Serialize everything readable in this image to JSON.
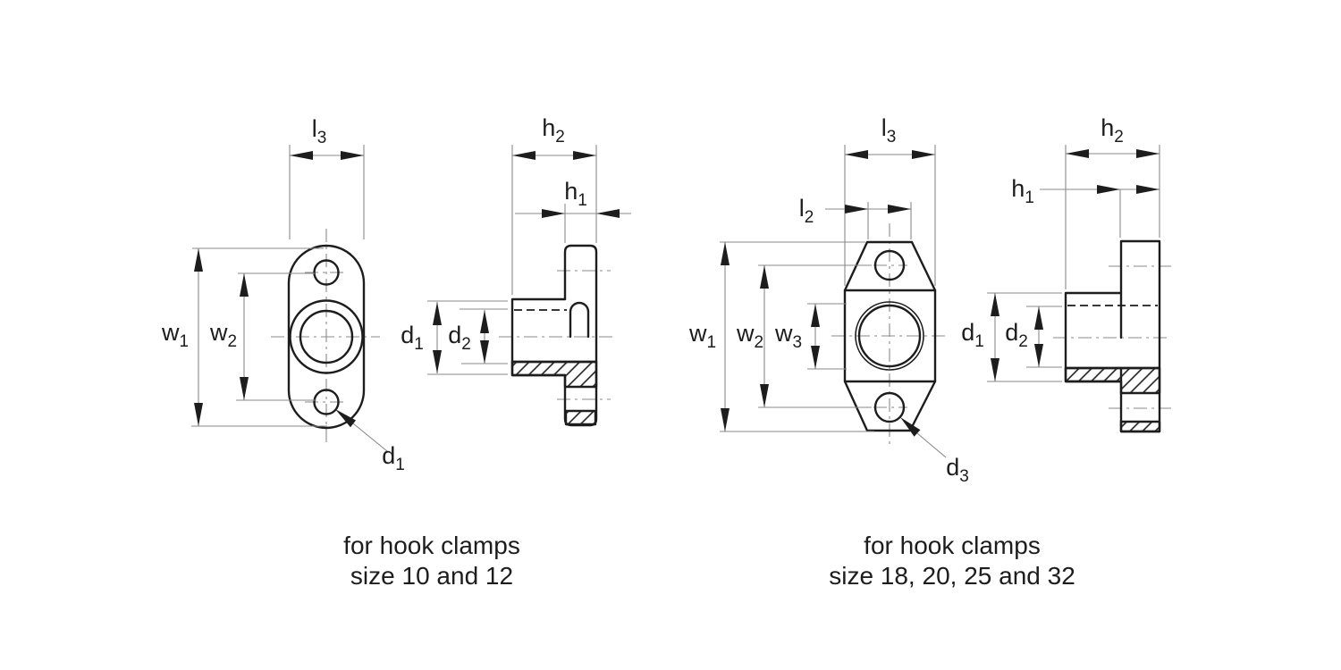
{
  "background": "#ffffff",
  "colors": {
    "outline": "#1d1d1d",
    "thin_line": "#8a8a8a",
    "text": "#1d1d1d",
    "arrowhead": "#1d1d1d"
  },
  "labels": {
    "l2": {
      "base": "l",
      "sub": "2"
    },
    "l3": {
      "base": "l",
      "sub": "3"
    },
    "h1": {
      "base": "h",
      "sub": "1"
    },
    "h2": {
      "base": "h",
      "sub": "2"
    },
    "w1": {
      "base": "w",
      "sub": "1"
    },
    "w2": {
      "base": "w",
      "sub": "2"
    },
    "w3": {
      "base": "w",
      "sub": "3"
    },
    "d1": {
      "base": "d",
      "sub": "1"
    },
    "d2": {
      "base": "d",
      "sub": "2"
    },
    "d3": {
      "base": "d",
      "sub": "3"
    }
  },
  "views": {
    "left": {
      "caption_line1": "for hook clamps",
      "caption_line2": "size 10 and 12",
      "dimension_labels": [
        "l3",
        "h2",
        "h1",
        "w1",
        "w2",
        "d1",
        "d2"
      ]
    },
    "right": {
      "caption_line1": "for hook clamps",
      "caption_line2": "size 18, 20, 25 and 32",
      "dimension_labels": [
        "l3",
        "l2",
        "h2",
        "h1",
        "w1",
        "w2",
        "w3",
        "d1",
        "d2",
        "d3"
      ]
    }
  }
}
